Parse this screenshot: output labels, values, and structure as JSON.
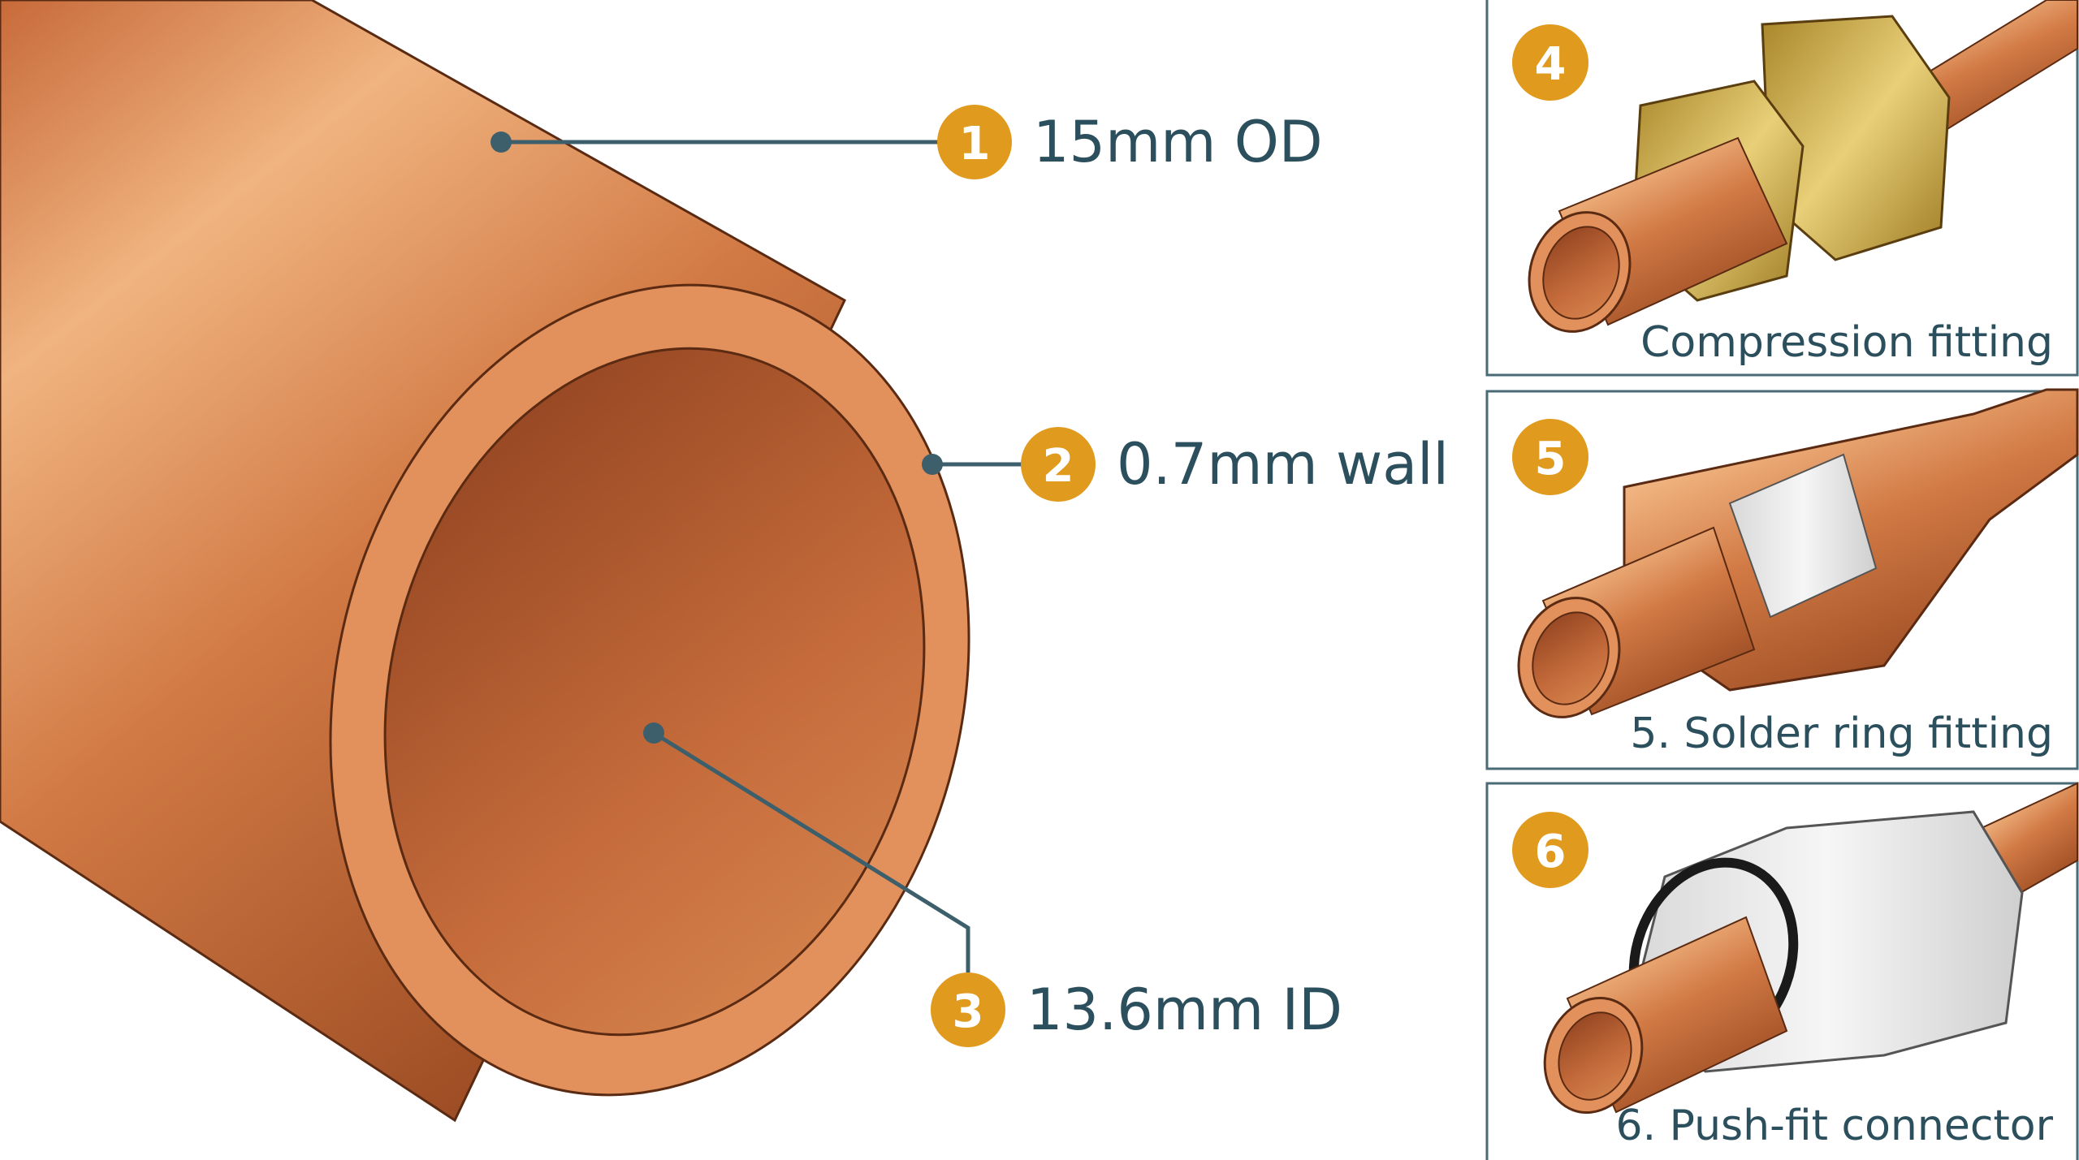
{
  "colors": {
    "label_text": "#2b4f5c",
    "badge": "#e09a1e",
    "leader_line": "#3d5f6b",
    "copper": "#d4824f",
    "brass": "#c9a646",
    "panel_border": "#4a6a75"
  },
  "main_pipe": {
    "callouts": [
      {
        "number": "1",
        "label": "15mm OD"
      },
      {
        "number": "2",
        "label": "0.7mm wall"
      },
      {
        "number": "3",
        "label": "13.6mm ID"
      }
    ]
  },
  "panels": [
    {
      "number": "4",
      "label": "Compression fitting"
    },
    {
      "number": "5",
      "label": "5. Solder ring fitting"
    },
    {
      "number": "6",
      "label": "6. Push-fit connector"
    }
  ]
}
